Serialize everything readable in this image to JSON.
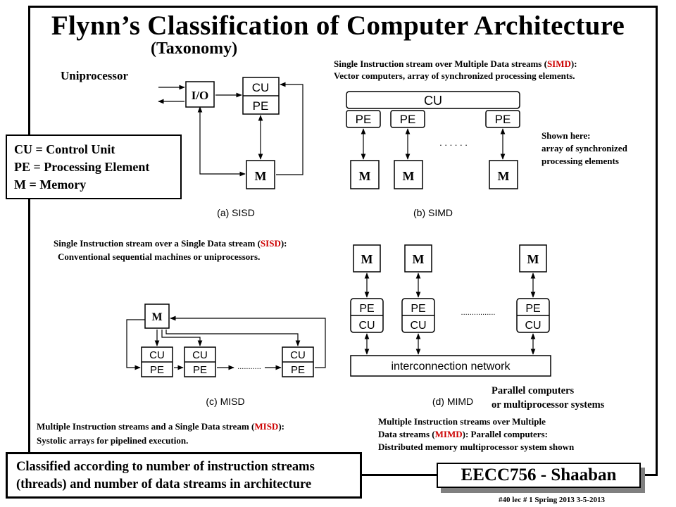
{
  "title": "Flynn’s Classification of Computer Architecture",
  "subtitle": "(Taxonomy)",
  "uniprocessor_label": "Uniprocessor",
  "legend": {
    "cu": "CU = Control Unit",
    "pe": "PE = Processing Element",
    "m": "M = Memory"
  },
  "box_labels": {
    "io": "I/O",
    "cu": "CU",
    "pe": "PE",
    "m": "M",
    "network": "interconnection network"
  },
  "captions": {
    "sisd": "(a) SISD",
    "simd": "(b) SIMD",
    "misd": "(c) MISD",
    "mimd": "(d) MIMD"
  },
  "dots": {
    "simd": ". . . . . .",
    "misd": "...........",
    "mimd": "................"
  },
  "simd_desc": {
    "pre": "Single Instruction stream over Multiple Data streams (",
    "acr": "SIMD",
    "post": "):",
    "line2": "Vector computers, array of synchronized processing elements."
  },
  "simd_note": [
    "Shown here:",
    "array of synchronized",
    "processing elements"
  ],
  "sisd_desc": {
    "pre": "Single Instruction stream over a Single Data stream (",
    "acr": "SISD",
    "post": "):",
    "line2": "Conventional sequential machines or uniprocessors."
  },
  "parallel_label": [
    "Parallel computers",
    "or multiprocessor systems"
  ],
  "misd_desc": {
    "pre": "Multiple Instruction streams and a Single Data stream (",
    "acr": "MISD",
    "post": "):",
    "line2": "Systolic arrays for pipelined execution."
  },
  "mimd_desc": {
    "line1": "Multiple Instruction streams over Multiple",
    "pre": "Data streams (",
    "acr": "MIMD",
    "post": "):  Parallel computers:",
    "line3": "Distributed memory multiprocessor system shown"
  },
  "footer": [
    "Classified according to number of instruction streams",
    "(threads) and number of data streams in architecture"
  ],
  "brand": "EECC756 - Shaaban",
  "footnote": "#40   lec # 1    Spring 2013   3-5-2013",
  "colors": {
    "acronym": "#cc0000",
    "frame": "#000000",
    "shadow": "#808080"
  }
}
